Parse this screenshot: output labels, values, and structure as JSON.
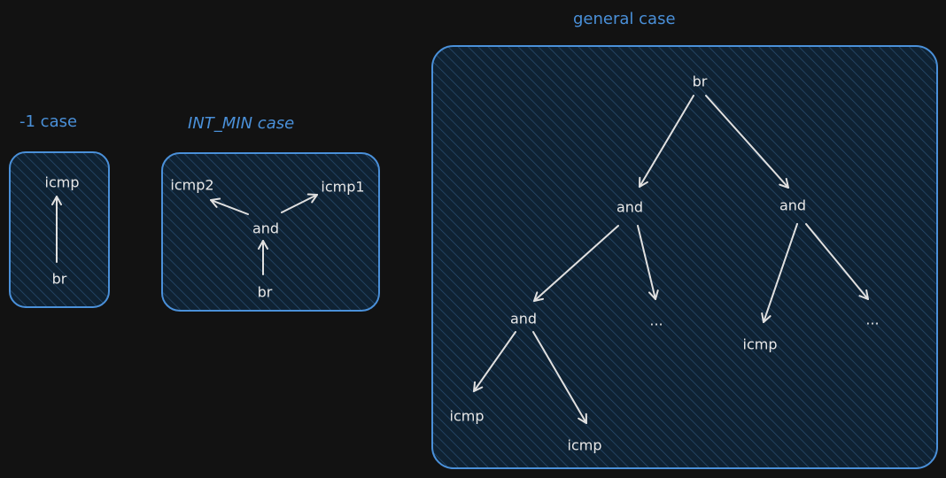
{
  "panels": [
    {
      "id": "minus-one",
      "caption": "-1 case",
      "nodes": [
        "icmp",
        "br"
      ]
    },
    {
      "id": "int-min",
      "caption": "INT_MIN case",
      "nodes": [
        "icmp2",
        "icmp1",
        "and",
        "br"
      ]
    },
    {
      "id": "general",
      "caption": "general case",
      "nodes": [
        "br",
        "and",
        "and",
        "and",
        "...",
        "icmp",
        "...",
        "icmp",
        "icmp"
      ]
    }
  ],
  "colors": {
    "background": "#121212",
    "panel_fill": "#0f2233",
    "panel_stroke": "#4a90d9",
    "hatch": "#2a4f73",
    "caption": "#4a90d9",
    "node_text": "#e8e8e8",
    "arrow": "#e0e0e0"
  }
}
